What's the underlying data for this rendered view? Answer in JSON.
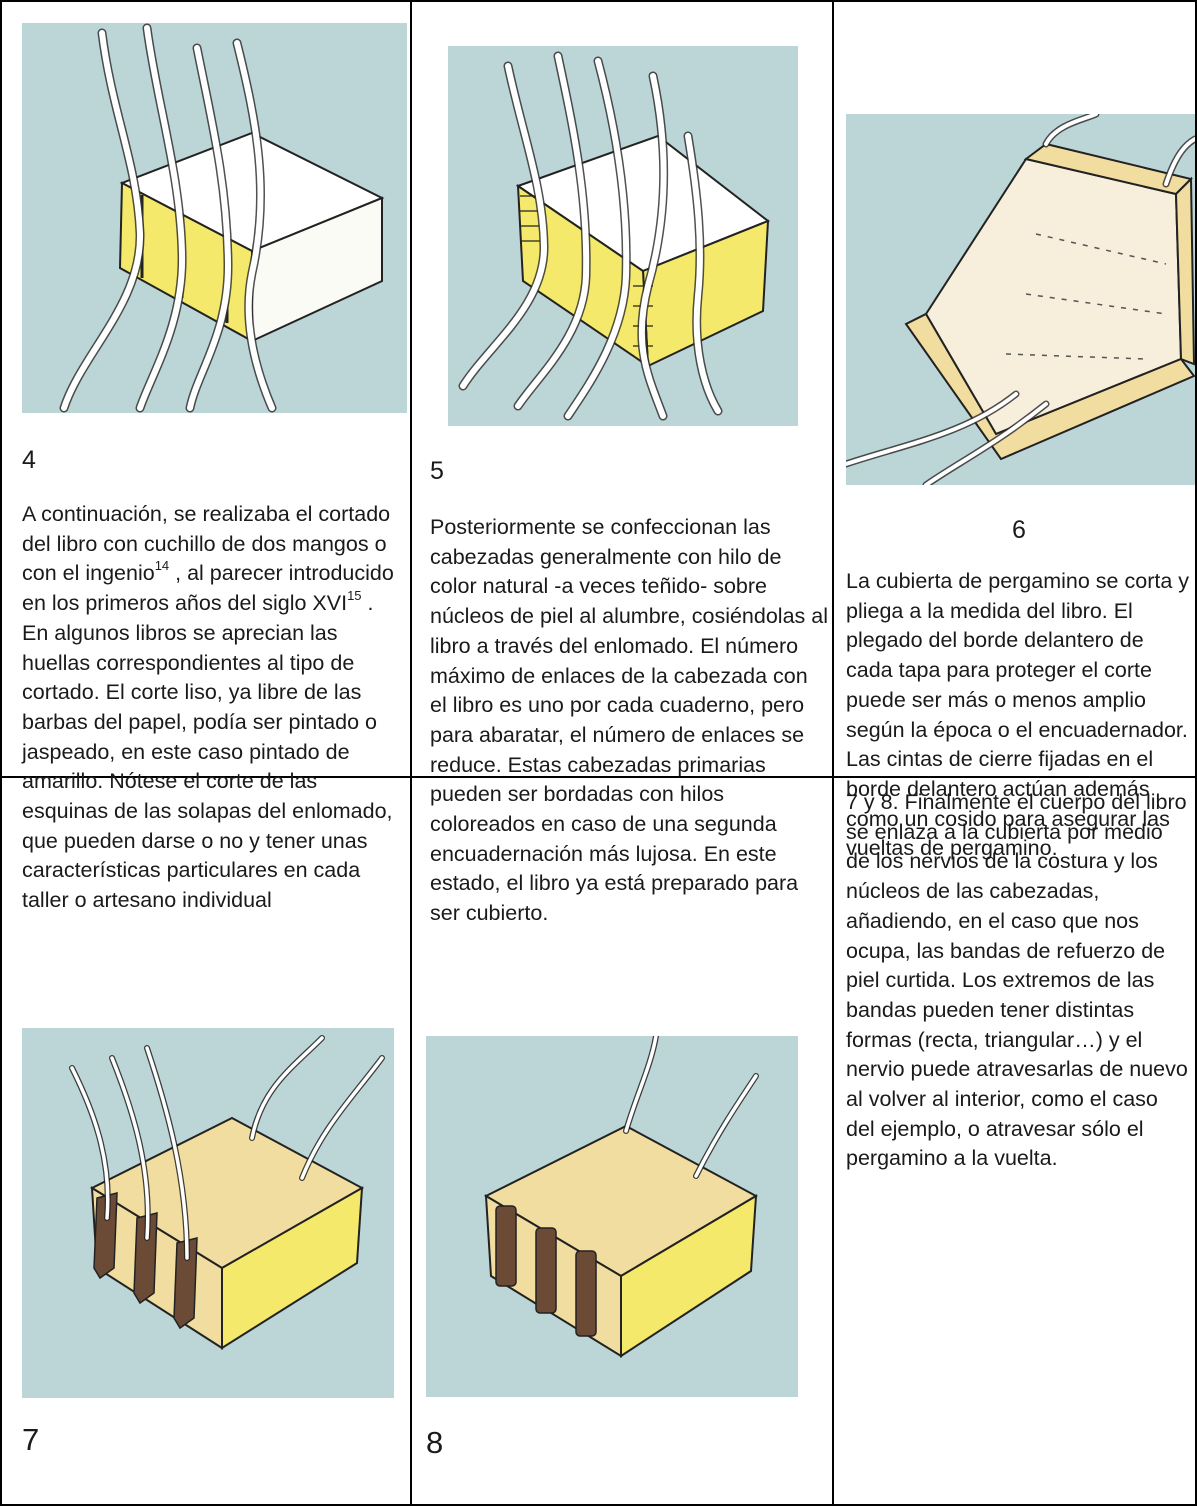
{
  "panels": {
    "p4": {
      "number": "4",
      "text_parts": [
        "A continuación, se realizaba el cortado del libro con cuchillo de dos mangos o con el ingenio",
        "14",
        " , al parecer introducido en los primeros años del siglo XVI",
        "15",
        " . En algunos libros se aprecian las huellas correspondientes al tipo de cortado. El corte liso, ya libre de las barbas del papel, podía ser pintado o jaspeado, en este caso pintado de amarillo. Nótese el corte de las esquinas de las solapas del enlomado, que pueden darse o no y tener unas características particulares en cada taller o artesano individual"
      ]
    },
    "p5": {
      "number": "5",
      "text": "Posteriormente se confeccionan las cabezadas generalmente con hilo de color natural -a veces teñido- sobre núcleos de piel al alumbre, cosiéndolas al libro a través del enlomado. El número máximo de enlaces de la cabezada con el libro es uno por cada cuaderno, pero para abaratar, el número de enlaces se reduce. Estas cabezadas primarias pueden ser bordadas con hilos coloreados en caso de una segunda encuadernación más lujosa. En este estado, el libro ya está preparado para ser cubierto."
    },
    "p6": {
      "number": "6",
      "text": "La cubierta de pergamino se corta y pliega a la medida del libro. El plegado del borde delantero de cada tapa para proteger el corte puede ser más o menos amplio según la época o el encuadernador. Las cintas de cierre fijadas en el borde delantero actúan además como un cosido para asegurar las vueltas de pergamino."
    },
    "p7": {
      "number": "7"
    },
    "p8": {
      "number": "8"
    },
    "p78": {
      "text": "7 y 8. Finalmente el cuerpo del libro se enlaza a la cubierta por medio de los nervios de la costura y los núcleos de las cabezadas, añadiendo, en el caso que nos ocupa, las bandas de refuerzo de piel curtida. Los extremos de las bandas pueden tener distintas formas (recta, triangular…) y el nervio puede atravesarlas de nuevo al volver al interior, como el caso del ejemplo, o atravesar sólo el pergamino a la vuelta."
    }
  },
  "colors": {
    "illustration_bg": "#bcd5d6",
    "paper_yellow": "#f4e96a",
    "vellum": "#f2dda0",
    "leather_band": "#6b4b36"
  }
}
